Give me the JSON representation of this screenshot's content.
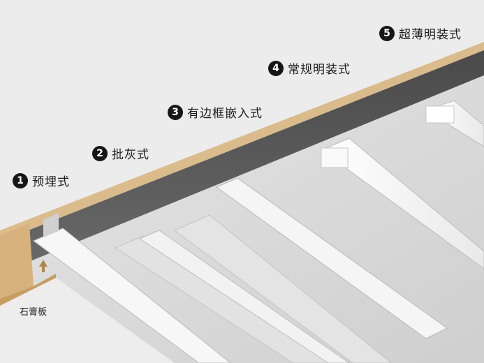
{
  "labels": [
    {
      "num": "1",
      "text": "预埋式"
    },
    {
      "num": "2",
      "text": "批灰式"
    },
    {
      "num": "3",
      "text": "有边框嵌入式"
    },
    {
      "num": "4",
      "text": "常规明装式"
    },
    {
      "num": "5",
      "text": "超薄明装式"
    }
  ],
  "board_label": "石膏板",
  "colors": {
    "background": "#ececec",
    "wood": "#d9b888",
    "ceiling": "#dcdcdc",
    "cavity": "#555555",
    "profile": "#f4f4f4",
    "badge": "#161616"
  }
}
